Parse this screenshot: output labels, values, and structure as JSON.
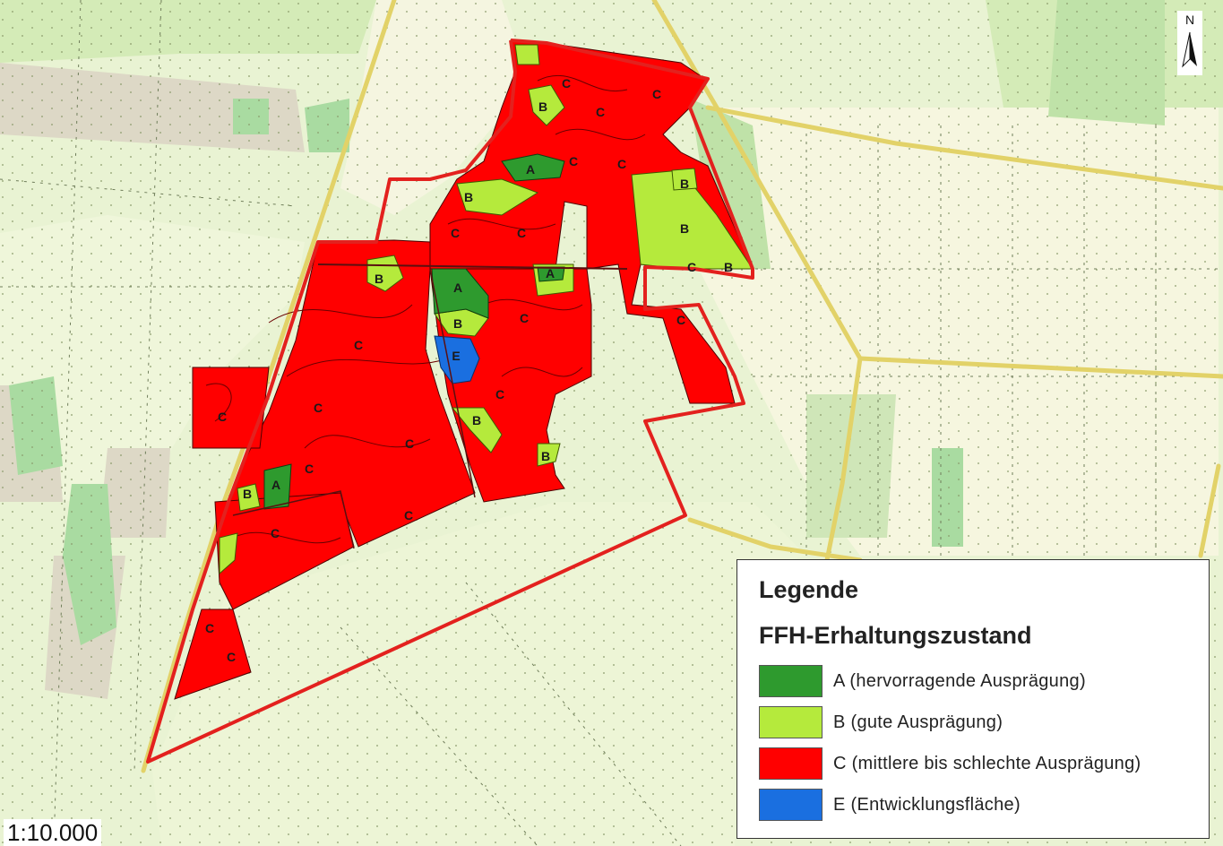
{
  "map": {
    "scale_label": "1:10.000",
    "north_label": "N",
    "colors": {
      "background": "#e9f3d3",
      "field_pale": "#f5f5dc",
      "field_green": "#cfe8b0",
      "field_mid": "#a9dba1",
      "grey_block": "#d9d4c4",
      "road": "#e6d77a",
      "boundary": "#e3211e",
      "zone_a": "#2e9a2e",
      "zone_b": "#b5ea3c",
      "zone_c": "#ff0000",
      "zone_e": "#1a6fe0"
    }
  },
  "zone_labels": {
    "A": "A",
    "B": "B",
    "C": "C",
    "E": "E"
  },
  "legend": {
    "title": "Legende",
    "subtitle": "FFH-Erhaltungszustand",
    "items": [
      {
        "code": "A",
        "label": "A (hervorragende Ausprägung)",
        "color": "#2e9a2e"
      },
      {
        "code": "B",
        "label": "B (gute Ausprägung)",
        "color": "#b5ea3c"
      },
      {
        "code": "C",
        "label": "C (mittlere bis schlechte Ausprägung)",
        "color": "#ff0000"
      },
      {
        "code": "E",
        "label": "E (Entwicklungsfläche)",
        "color": "#1a6fe0"
      }
    ]
  }
}
